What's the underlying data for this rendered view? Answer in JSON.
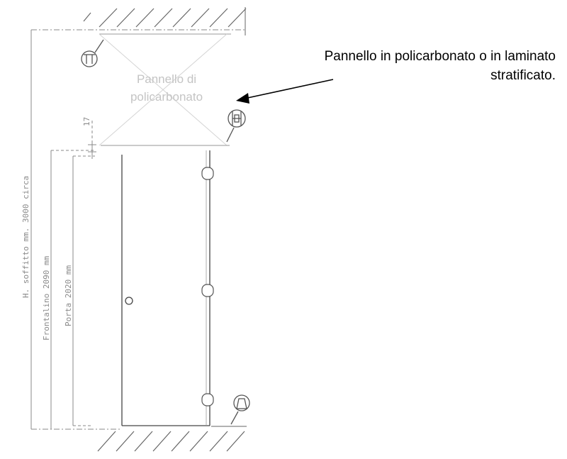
{
  "annotation": {
    "line1": "Pannello in policarbonato o in laminato",
    "line2": "stratificato."
  },
  "panel_label": {
    "line1": "Pannello di",
    "line2": "policarbonato"
  },
  "dimensions": {
    "ceiling_height": "H. soffitto mm. 3000 circa",
    "transom_height": "Frontalino 2090 mm",
    "door_height": "Porta 2020 mm",
    "gap": "17"
  },
  "colors": {
    "line": "#555555",
    "light_line": "#b8b8b8",
    "label": "#c4c4c4",
    "text": "#000000"
  }
}
